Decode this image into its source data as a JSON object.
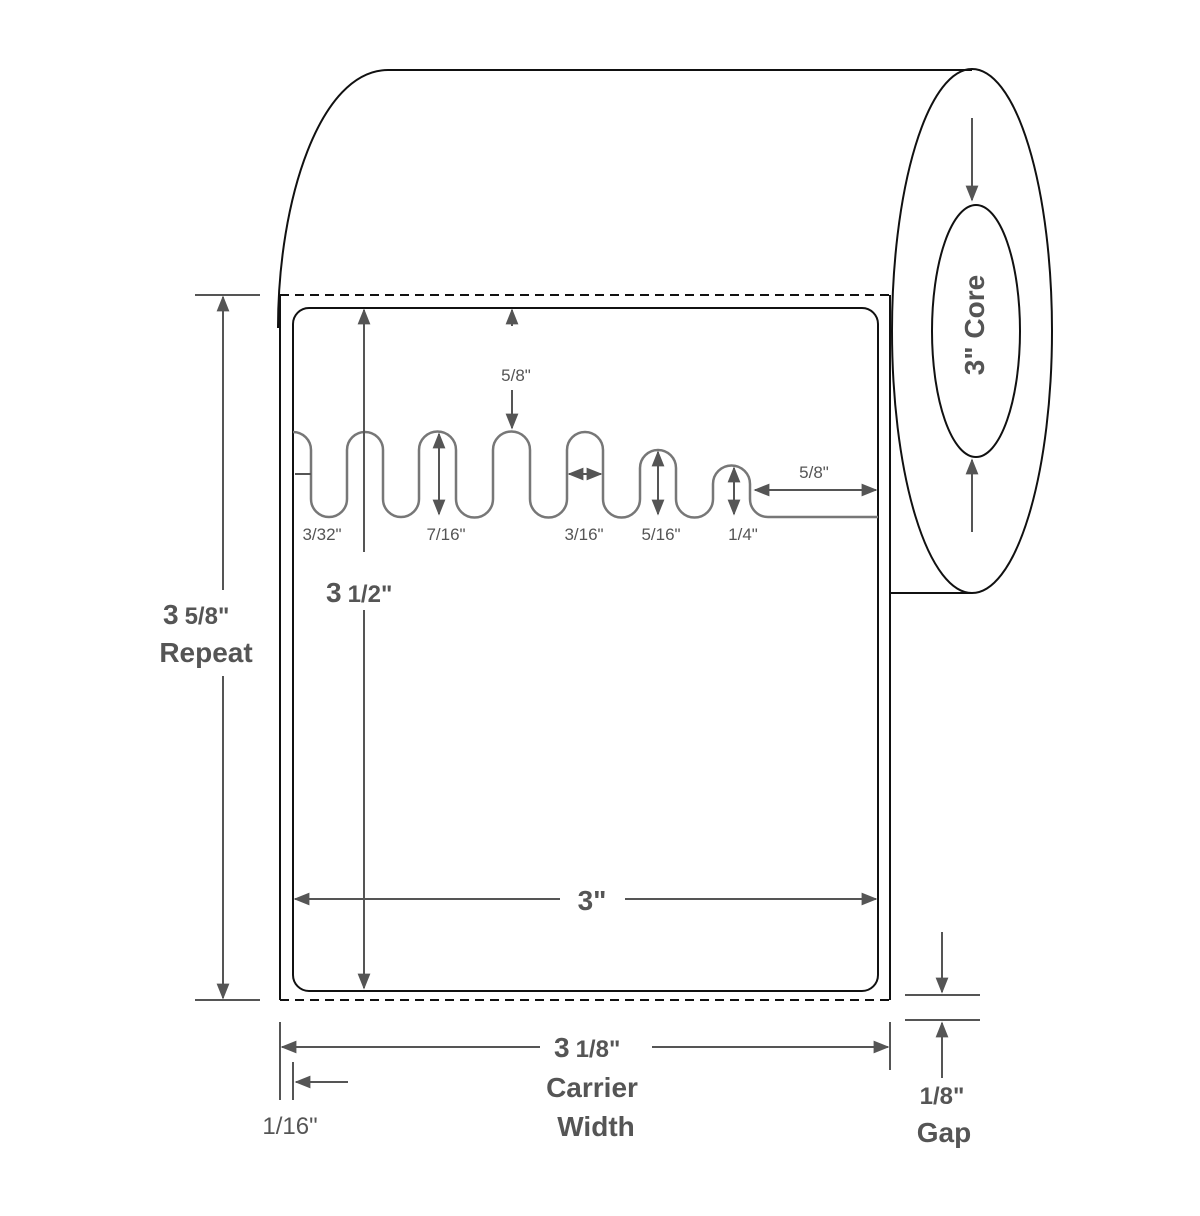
{
  "diagram": {
    "core": "3\" Core",
    "top_margin": "5/8\"",
    "right_margin": "5/8\"",
    "wave_labels": [
      "3/32\"",
      "7/16\"",
      "3/16\"",
      "5/16\"",
      "1/4\""
    ],
    "label_height_whole": "3",
    "label_height_frac": "1/2\"",
    "repeat_whole": "3",
    "repeat_frac": "5/8\"",
    "repeat_word": "Repeat",
    "label_width": "3\"",
    "carrier_whole": "3",
    "carrier_frac": "1/8\"",
    "carrier_word": "Carrier",
    "width_word": "Width",
    "side_margin": "1/16\"",
    "gap_value": "1/8\"",
    "gap_word": "Gap"
  }
}
